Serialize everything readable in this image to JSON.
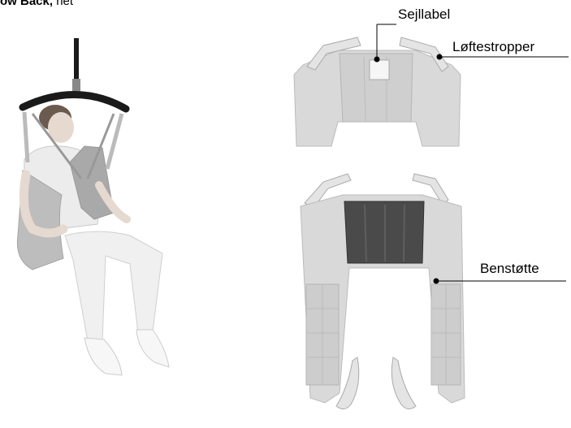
{
  "caption": {
    "bold_part": "ow Back,",
    "rest": " net"
  },
  "labels": {
    "sejllabel": "Sejllabel",
    "loeftestropper": "Løftestropper",
    "benstoette": "Benstøtte"
  },
  "colors": {
    "sling_fabric": "#d9d9d9",
    "sling_stitch": "#b8b8b8",
    "back_pad": "#4a4a4a",
    "hanger": "#1a1a1a",
    "leader_line": "#000000"
  }
}
